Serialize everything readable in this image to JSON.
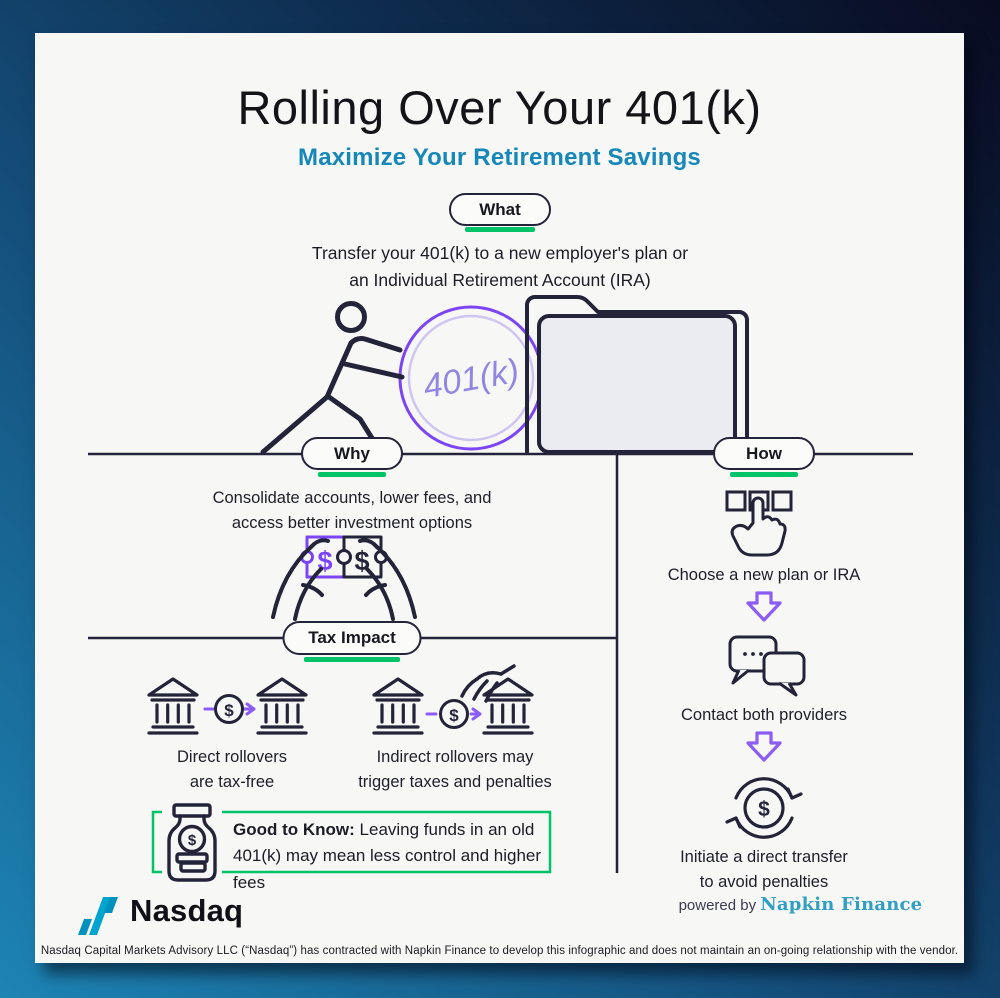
{
  "infographic": {
    "title": "Rolling Over Your 401(k)",
    "subtitle": "Maximize Your Retirement Savings"
  },
  "what": {
    "pill": "What",
    "line1": "Transfer your 401(k) to a new employer's plan or",
    "line2": "an Individual Retirement Account (IRA)",
    "circle_text": "401(k)"
  },
  "why": {
    "pill": "Why",
    "line1": "Consolidate accounts, lower fees, and",
    "line2": "access better investment options",
    "puzzle_left_symbol": "$",
    "puzzle_right_symbol": "$"
  },
  "tax": {
    "pill": "Tax Impact",
    "direct": {
      "line1": "Direct rollovers",
      "line2": "are tax-free",
      "coin": "$"
    },
    "indirect": {
      "line1": "Indirect rollovers may",
      "line2": "trigger taxes and penalties",
      "coin": "$"
    },
    "good_to_know": {
      "label": "Good to Know:",
      "text": " Leaving funds in an old 401(k) may mean less control and higher fees",
      "jar_coin": "$"
    }
  },
  "how": {
    "pill": "How",
    "step1": "Choose a new plan or IRA",
    "step2": "Contact both providers",
    "step3_line1": "Initiate a direct transfer",
    "step3_line2": "to avoid penalties",
    "transfer_coin": "$"
  },
  "branding": {
    "nasdaq": "Nasdaq",
    "powered_by": "powered by ",
    "partner": "Napkin Finance",
    "partner_mark": "·",
    "disclaimer": "Nasdaq Capital Markets Advisory LLC (“Nasdaq”) has contracted with Napkin Finance to develop this infographic and does not maintain an on-going relationship with the vendor."
  },
  "colors": {
    "background_gradient_start": "#1d84b4",
    "background_gradient_end": "#090b20",
    "card": "#f7f7f5",
    "outline": "#232339",
    "accent_teal": "#1687b9",
    "accent_green": "#00c467",
    "accent_purple": "#7b45f5",
    "purple_light": "#9186e2",
    "nasdaq_blue": "#0092bc",
    "napkin_teal": "#2f9fc4"
  }
}
